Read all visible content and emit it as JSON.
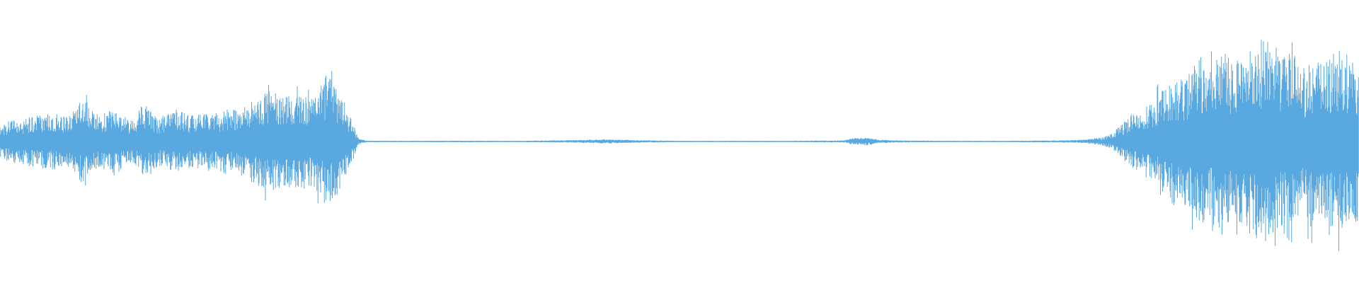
{
  "waveform": {
    "color": "#5AA8E0",
    "background": "#FFFFFF",
    "amplitude_envelope": [
      [
        0.0,
        0.14
      ],
      [
        0.01,
        0.17
      ],
      [
        0.02,
        0.19
      ],
      [
        0.03,
        0.21
      ],
      [
        0.04,
        0.22
      ],
      [
        0.05,
        0.2
      ],
      [
        0.058,
        0.29
      ],
      [
        0.062,
        0.36
      ],
      [
        0.066,
        0.28
      ],
      [
        0.072,
        0.21
      ],
      [
        0.078,
        0.23
      ],
      [
        0.084,
        0.27
      ],
      [
        0.09,
        0.22
      ],
      [
        0.095,
        0.16
      ],
      [
        0.1,
        0.19
      ],
      [
        0.106,
        0.32
      ],
      [
        0.11,
        0.27
      ],
      [
        0.116,
        0.19
      ],
      [
        0.122,
        0.21
      ],
      [
        0.13,
        0.26
      ],
      [
        0.136,
        0.23
      ],
      [
        0.142,
        0.2
      ],
      [
        0.15,
        0.24
      ],
      [
        0.158,
        0.22
      ],
      [
        0.166,
        0.26
      ],
      [
        0.174,
        0.25
      ],
      [
        0.182,
        0.29
      ],
      [
        0.188,
        0.34
      ],
      [
        0.196,
        0.39
      ],
      [
        0.204,
        0.38
      ],
      [
        0.212,
        0.36
      ],
      [
        0.22,
        0.37
      ],
      [
        0.228,
        0.34
      ],
      [
        0.234,
        0.4
      ],
      [
        0.24,
        0.52
      ],
      [
        0.246,
        0.48
      ],
      [
        0.25,
        0.38
      ],
      [
        0.255,
        0.28
      ],
      [
        0.26,
        0.14
      ],
      [
        0.264,
        0.02
      ],
      [
        0.27,
        0.006
      ],
      [
        0.3,
        0.005
      ],
      [
        0.34,
        0.006
      ],
      [
        0.38,
        0.005
      ],
      [
        0.42,
        0.01
      ],
      [
        0.445,
        0.016
      ],
      [
        0.47,
        0.01
      ],
      [
        0.5,
        0.005
      ],
      [
        0.54,
        0.005
      ],
      [
        0.58,
        0.005
      ],
      [
        0.62,
        0.008
      ],
      [
        0.63,
        0.028
      ],
      [
        0.638,
        0.03
      ],
      [
        0.646,
        0.014
      ],
      [
        0.66,
        0.008
      ],
      [
        0.7,
        0.005
      ],
      [
        0.74,
        0.005
      ],
      [
        0.776,
        0.008
      ],
      [
        0.79,
        0.01
      ],
      [
        0.8,
        0.016
      ],
      [
        0.81,
        0.03
      ],
      [
        0.818,
        0.06
      ],
      [
        0.824,
        0.12
      ],
      [
        0.832,
        0.21
      ],
      [
        0.842,
        0.28
      ],
      [
        0.85,
        0.33
      ],
      [
        0.858,
        0.44
      ],
      [
        0.864,
        0.51
      ],
      [
        0.87,
        0.48
      ],
      [
        0.876,
        0.56
      ],
      [
        0.882,
        0.7
      ],
      [
        0.888,
        0.58
      ],
      [
        0.894,
        0.68
      ],
      [
        0.9,
        0.76
      ],
      [
        0.906,
        0.61
      ],
      [
        0.914,
        0.66
      ],
      [
        0.92,
        0.72
      ],
      [
        0.928,
        0.8
      ],
      [
        0.936,
        0.76
      ],
      [
        0.944,
        0.72
      ],
      [
        0.95,
        0.82
      ],
      [
        0.954,
        0.6
      ],
      [
        0.96,
        0.58
      ],
      [
        0.966,
        0.66
      ],
      [
        0.974,
        0.62
      ],
      [
        0.982,
        0.7
      ],
      [
        0.99,
        0.68
      ],
      [
        1.0,
        0.64
      ]
    ],
    "seed": 1337
  }
}
